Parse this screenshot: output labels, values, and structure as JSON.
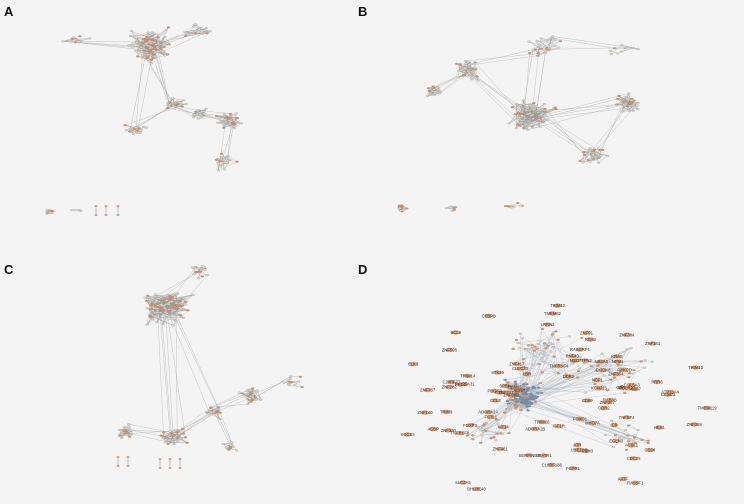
{
  "panels": [
    {
      "id": "A",
      "label": "A"
    },
    {
      "id": "B",
      "label": "B"
    },
    {
      "id": "C",
      "label": "C"
    },
    {
      "id": "D",
      "label": "D"
    }
  ],
  "colors": {
    "background": "#f4f4f4",
    "edge": "#9a9a9a",
    "node_grey": "#d8d8d0",
    "node_orange": "#e8925c",
    "node_blue": "#6f93b8"
  },
  "panelD_gene_labels": [
    "CD69",
    "RASGRP1",
    "LRRN3",
    "CLEC2B",
    "C10RF186",
    "MKI67",
    "HEATR1",
    "SERPINE2",
    "ACBP",
    "PRR3",
    "BHLHE40",
    "ADORA2B",
    "TNFRSF4",
    "CD24",
    "ACSM3",
    "EGLN3",
    "ATP13A4",
    "KRAS",
    "BCL6",
    "MYO7A",
    "ADORA2A",
    "C20RF27",
    "CCL3",
    "ZNF282",
    "RAB3B",
    "DOCK8",
    "PDGFB",
    "TRIM14",
    "AATF",
    "TMEM119",
    "ELK3",
    "ACSL1",
    "CEBPB",
    "SLC2A5",
    "PTPN2",
    "ADNP",
    "FOXP3",
    "SOCS3",
    "RASSF1",
    "KIF14",
    "COL5A3",
    "SPRN",
    "GBP2",
    "ZNF341",
    "TRIM15",
    "C9",
    "TMEM62",
    "ZNF787",
    "RNF40",
    "LBR",
    "ATR",
    "ZNF330",
    "FGFR1",
    "FSTL1",
    "ZNF354",
    "RBM25",
    "NCF1",
    "NR4A3",
    "DDR2",
    "TRIM12",
    "ZNF257",
    "TRIM26",
    "ZNF417",
    "ZNF384",
    "PRKCD",
    "RGS2",
    "NPM1",
    "UBE2D3",
    "TRIM9",
    "CDC25",
    "TNFRSF8",
    "HES1",
    "ZNF461",
    "ZNF358",
    "POLR2J",
    "KCNJ15",
    "ZNF140",
    "STK39",
    "SLC25A31",
    "PKD1",
    "CTSZ",
    "ZNF221",
    "MED7",
    "IGF1R",
    "ZNF91",
    "CCND3",
    "FOXO1",
    "CDR2",
    "TNFSF4",
    "ZNF680",
    "ZNF596"
  ]
}
